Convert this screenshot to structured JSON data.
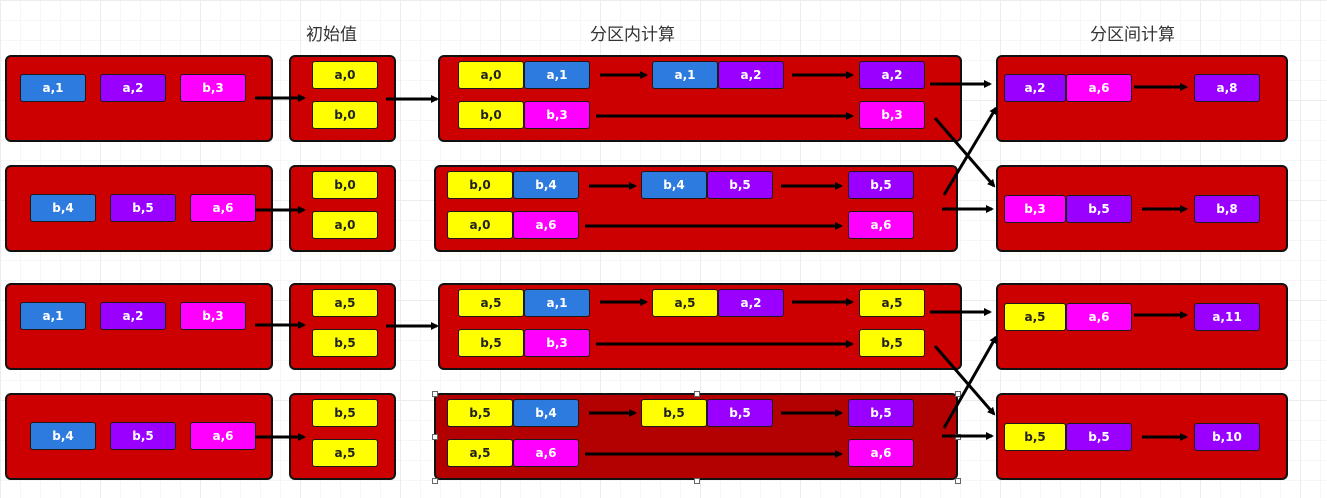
{
  "headings": {
    "initial": "初始值",
    "intra": "分区内计算",
    "inter": "分区间计算"
  },
  "colors": {
    "panel": "#cc0000",
    "panel_selected": "#b30000",
    "blue": "#2e7be0",
    "purple": "#9900ff",
    "magenta": "#ff00ff",
    "yellow": "#ffff00"
  },
  "chips": {
    "r1": {
      "src": [
        {
          "t": "a,1",
          "c": "blue"
        },
        {
          "t": "a,2",
          "c": "purple"
        },
        {
          "t": "b,3",
          "c": "magenta"
        }
      ],
      "init": [
        {
          "t": "a,0",
          "c": "yellow"
        },
        {
          "t": "b,0",
          "c": "yellow"
        }
      ],
      "calc": [
        {
          "t": "a,0",
          "c": "yellow"
        },
        {
          "t": "a,1",
          "c": "blue"
        },
        {
          "t": "a,1",
          "c": "blue"
        },
        {
          "t": "a,2",
          "c": "purple"
        },
        {
          "t": "a,2",
          "c": "purple"
        },
        {
          "t": "b,0",
          "c": "yellow"
        },
        {
          "t": "b,3",
          "c": "magenta"
        },
        {
          "t": "b,3",
          "c": "magenta"
        }
      ]
    },
    "r2": {
      "src": [
        {
          "t": "b,4",
          "c": "blue"
        },
        {
          "t": "b,5",
          "c": "purple"
        },
        {
          "t": "a,6",
          "c": "magenta"
        }
      ],
      "init": [
        {
          "t": "b,0",
          "c": "yellow"
        },
        {
          "t": "a,0",
          "c": "yellow"
        }
      ],
      "calc": [
        {
          "t": "b,0",
          "c": "yellow"
        },
        {
          "t": "b,4",
          "c": "blue"
        },
        {
          "t": "b,4",
          "c": "blue"
        },
        {
          "t": "b,5",
          "c": "purple"
        },
        {
          "t": "b,5",
          "c": "purple"
        },
        {
          "t": "a,0",
          "c": "yellow"
        },
        {
          "t": "a,6",
          "c": "magenta"
        },
        {
          "t": "a,6",
          "c": "magenta"
        }
      ]
    },
    "r3": {
      "src": [
        {
          "t": "a,1",
          "c": "blue"
        },
        {
          "t": "a,2",
          "c": "purple"
        },
        {
          "t": "b,3",
          "c": "magenta"
        }
      ],
      "init": [
        {
          "t": "a,5",
          "c": "yellow"
        },
        {
          "t": "b,5",
          "c": "yellow"
        }
      ],
      "calc": [
        {
          "t": "a,5",
          "c": "yellow"
        },
        {
          "t": "a,1",
          "c": "blue"
        },
        {
          "t": "a,5",
          "c": "yellow"
        },
        {
          "t": "a,2",
          "c": "purple"
        },
        {
          "t": "a,5",
          "c": "yellow"
        },
        {
          "t": "b,5",
          "c": "yellow"
        },
        {
          "t": "b,3",
          "c": "magenta"
        },
        {
          "t": "b,5",
          "c": "yellow"
        }
      ]
    },
    "r4": {
      "src": [
        {
          "t": "b,4",
          "c": "blue"
        },
        {
          "t": "b,5",
          "c": "purple"
        },
        {
          "t": "a,6",
          "c": "magenta"
        }
      ],
      "init": [
        {
          "t": "b,5",
          "c": "yellow"
        },
        {
          "t": "a,5",
          "c": "yellow"
        }
      ],
      "calc": [
        {
          "t": "b,5",
          "c": "yellow"
        },
        {
          "t": "b,4",
          "c": "blue"
        },
        {
          "t": "b,5",
          "c": "yellow"
        },
        {
          "t": "b,5",
          "c": "purple"
        },
        {
          "t": "b,5",
          "c": "purple"
        },
        {
          "t": "a,5",
          "c": "yellow"
        },
        {
          "t": "a,6",
          "c": "magenta"
        },
        {
          "t": "a,6",
          "c": "magenta"
        }
      ]
    },
    "m1": [
      {
        "t": "a,2",
        "c": "purple"
      },
      {
        "t": "a,6",
        "c": "magenta"
      },
      {
        "t": "a,8",
        "c": "purple"
      }
    ],
    "m2": [
      {
        "t": "b,3",
        "c": "magenta"
      },
      {
        "t": "b,5",
        "c": "purple"
      },
      {
        "t": "b,8",
        "c": "purple"
      }
    ],
    "m3": [
      {
        "t": "a,5",
        "c": "yellow"
      },
      {
        "t": "a,6",
        "c": "magenta"
      },
      {
        "t": "a,11",
        "c": "purple"
      }
    ],
    "m4": [
      {
        "t": "b,5",
        "c": "yellow"
      },
      {
        "t": "b,5",
        "c": "purple"
      },
      {
        "t": "b,10",
        "c": "purple"
      }
    ]
  }
}
